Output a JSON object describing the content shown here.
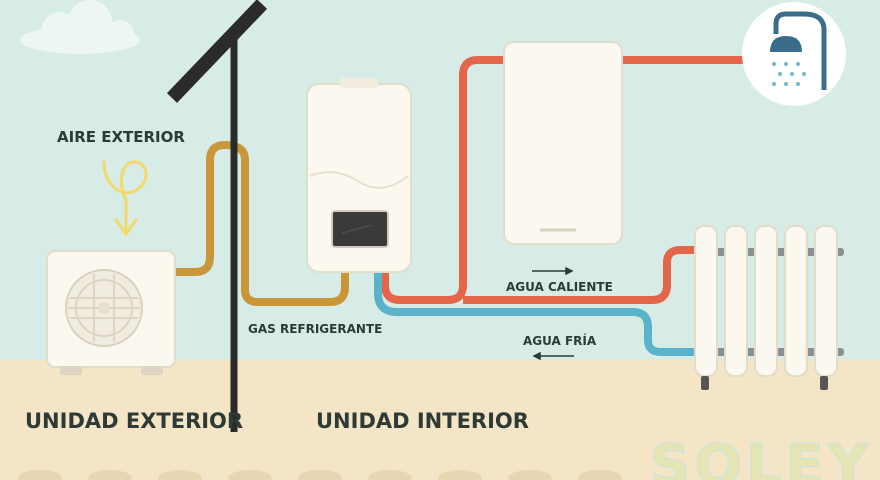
{
  "labels": {
    "outside_air": "AIRE EXTERIOR",
    "refrigerant_gas": "GAS REFRIGERANTE",
    "hot_water": "AGUA CALIENTE",
    "cold_water": "AGUA FRÍA",
    "outdoor_unit": "UNIDAD EXTERIOR",
    "indoor_unit": "UNIDAD INTERIOR"
  },
  "logo": {
    "text": "SOLEY"
  },
  "colors": {
    "sky": "#d7ece6",
    "ground": "#f3e5c6",
    "refrigerant_pipe": "#c9973a",
    "hot_pipe": "#e4664a",
    "cold_pipe": "#5bb3c9",
    "wall": "#2b2b2b",
    "unit_body": "#fbf8f0",
    "shower": "#3a6d8c"
  },
  "icons": [
    "fan-icon",
    "air-flow-icon",
    "shower-icon",
    "radiator-icon",
    "arrow-right-icon",
    "arrow-left-icon"
  ]
}
